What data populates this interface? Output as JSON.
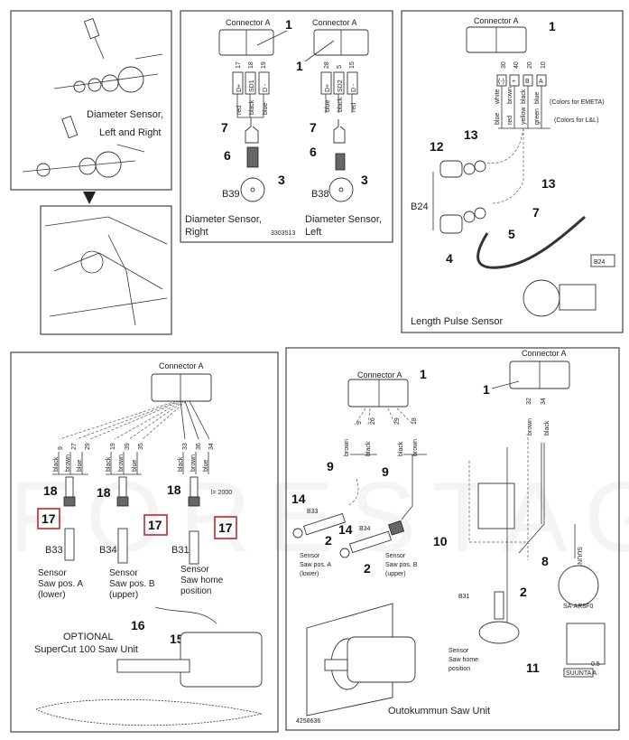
{
  "watermark": "FORESTAGRI",
  "colors": {
    "highlight": "#c0282d",
    "line": "#333333"
  },
  "panel_diameter_overview": {
    "caption_line1": "Diameter Sensor,",
    "caption_line2": "Left and Right"
  },
  "panel_diameter": {
    "right": {
      "connector": "Connector A",
      "callout_connector": "1",
      "pins": [
        "17",
        "18",
        "19"
      ],
      "signals": [
        "D+",
        "SD1",
        "D -"
      ],
      "wires": [
        "red",
        "black",
        "blue"
      ],
      "callouts": {
        "plug": "7",
        "socket": "6",
        "sensor": "3"
      },
      "id": "B39",
      "caption_line1": "Diameter Sensor,",
      "caption_line2": "Right",
      "code": "3303513"
    },
    "left": {
      "connector": "Connector A",
      "callout_connector": "1",
      "pins": [
        "28",
        "5",
        "15"
      ],
      "signals": [
        "D+",
        "SD2",
        "D -"
      ],
      "wires": [
        "blue",
        "black",
        "red"
      ],
      "callouts": {
        "plug": "7",
        "socket": "6",
        "sensor": "3"
      },
      "id": "B38",
      "caption_line1": "Diameter Sensor,",
      "caption_line2": "Left"
    }
  },
  "panel_length": {
    "connector": "Connector A",
    "callout_connector": "1",
    "pins": [
      "30",
      "40",
      "20",
      "10"
    ],
    "signals": [
      "(-)",
      "+",
      "B",
      "A"
    ],
    "wires_emeta": [
      "white",
      "brown",
      "black",
      "blue"
    ],
    "wires_ll": [
      "blue",
      "red",
      "yellow",
      "green"
    ],
    "wires_emeta_note": "(Colors for EMETA)",
    "wires_ll_note": "(Colors for L&L)",
    "callouts": [
      "13",
      "12",
      "13",
      "B24",
      "4",
      "7",
      "5"
    ],
    "id_box": "B24",
    "caption": "Length Pulse Sensor"
  },
  "panel_supercut": {
    "connector": "Connector A",
    "groups": [
      {
        "pins": [
          "9",
          "27",
          "29"
        ],
        "wires": [
          "black",
          "brown",
          "blue"
        ],
        "plug": "18",
        "sensor_callout": "17",
        "id": "B33",
        "label": [
          "Sensor",
          "Saw  pos. A",
          "(lower)"
        ]
      },
      {
        "pins": [
          "19",
          "39",
          "35"
        ],
        "wires": [
          "black",
          "brown",
          "blue"
        ],
        "plug": "18",
        "sensor_callout": "17",
        "id": "B34",
        "label": [
          "Sensor",
          "Saw  pos. B",
          "(upper)"
        ]
      },
      {
        "pins": [
          "33",
          "36",
          "34"
        ],
        "wires": [
          "black",
          "brown",
          "blue"
        ],
        "plug": "18",
        "sensor_callout": "17",
        "id": "B31",
        "label": [
          "Sensor",
          "Saw  home",
          "position"
        ]
      }
    ],
    "cable_length": "l= 2000",
    "callouts": [
      "16",
      "15"
    ],
    "optional": "OPTIONAL",
    "unit": "SuperCut 100  Saw  Unit"
  },
  "panel_outokumpu": {
    "connector_left": "Connector A",
    "callout_left": "1",
    "pins_left": [
      "9",
      "26",
      "29",
      "18"
    ],
    "wires_left": [
      "brown",
      "black",
      "black",
      "brown"
    ],
    "connector_right": "Connector A",
    "callout_right": "1",
    "pins_right": [
      "32",
      "34"
    ],
    "wires_right": [
      "brown",
      "black"
    ],
    "callouts": {
      "cable_a": "9",
      "cable_b": "9",
      "oring_a": "14",
      "oring_b": "14",
      "sensor_a": "2",
      "sensor_b": "2",
      "bracket": "10",
      "cable_c": "8",
      "sensor_c": "2",
      "holder": "11"
    },
    "ids": [
      "B33",
      "B34",
      "B31"
    ],
    "sensor_a_label": [
      "Sensor",
      "Saw  pos. A",
      "(lower)"
    ],
    "sensor_b_label": [
      "Sensor",
      "Saw  pos. B",
      "(upper)"
    ],
    "sensor_c_label": [
      "Sensor",
      "Saw  home",
      "position"
    ],
    "direction_label": "SUUNTA A",
    "detail_label": "SA-AR8F0",
    "gap_label": "0.5",
    "code": "4258636",
    "unit": "Outokummun  Saw  Unit"
  }
}
